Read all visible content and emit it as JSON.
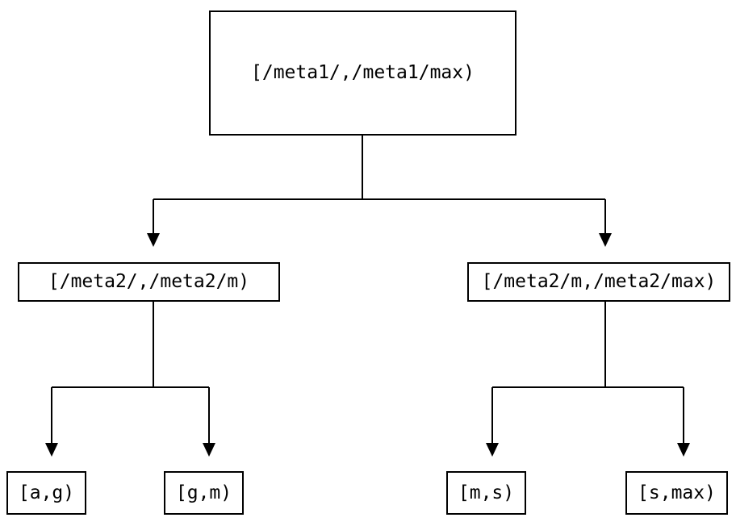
{
  "colors": {
    "background": "#ffffff",
    "line": "#000000",
    "box_fill": "#ffffff",
    "box_border": "#000000",
    "text": "#000000"
  },
  "tree": {
    "root": {
      "label": "[/meta1/,/meta1/max)"
    },
    "children": [
      {
        "label": "[/meta2/,/meta2/m)",
        "children": [
          {
            "label": "[a,g)"
          },
          {
            "label": "[g,m)"
          }
        ]
      },
      {
        "label": "[/meta2/m,/meta2/max)",
        "children": [
          {
            "label": "[m,s)"
          },
          {
            "label": "[s,max)"
          }
        ]
      }
    ]
  }
}
